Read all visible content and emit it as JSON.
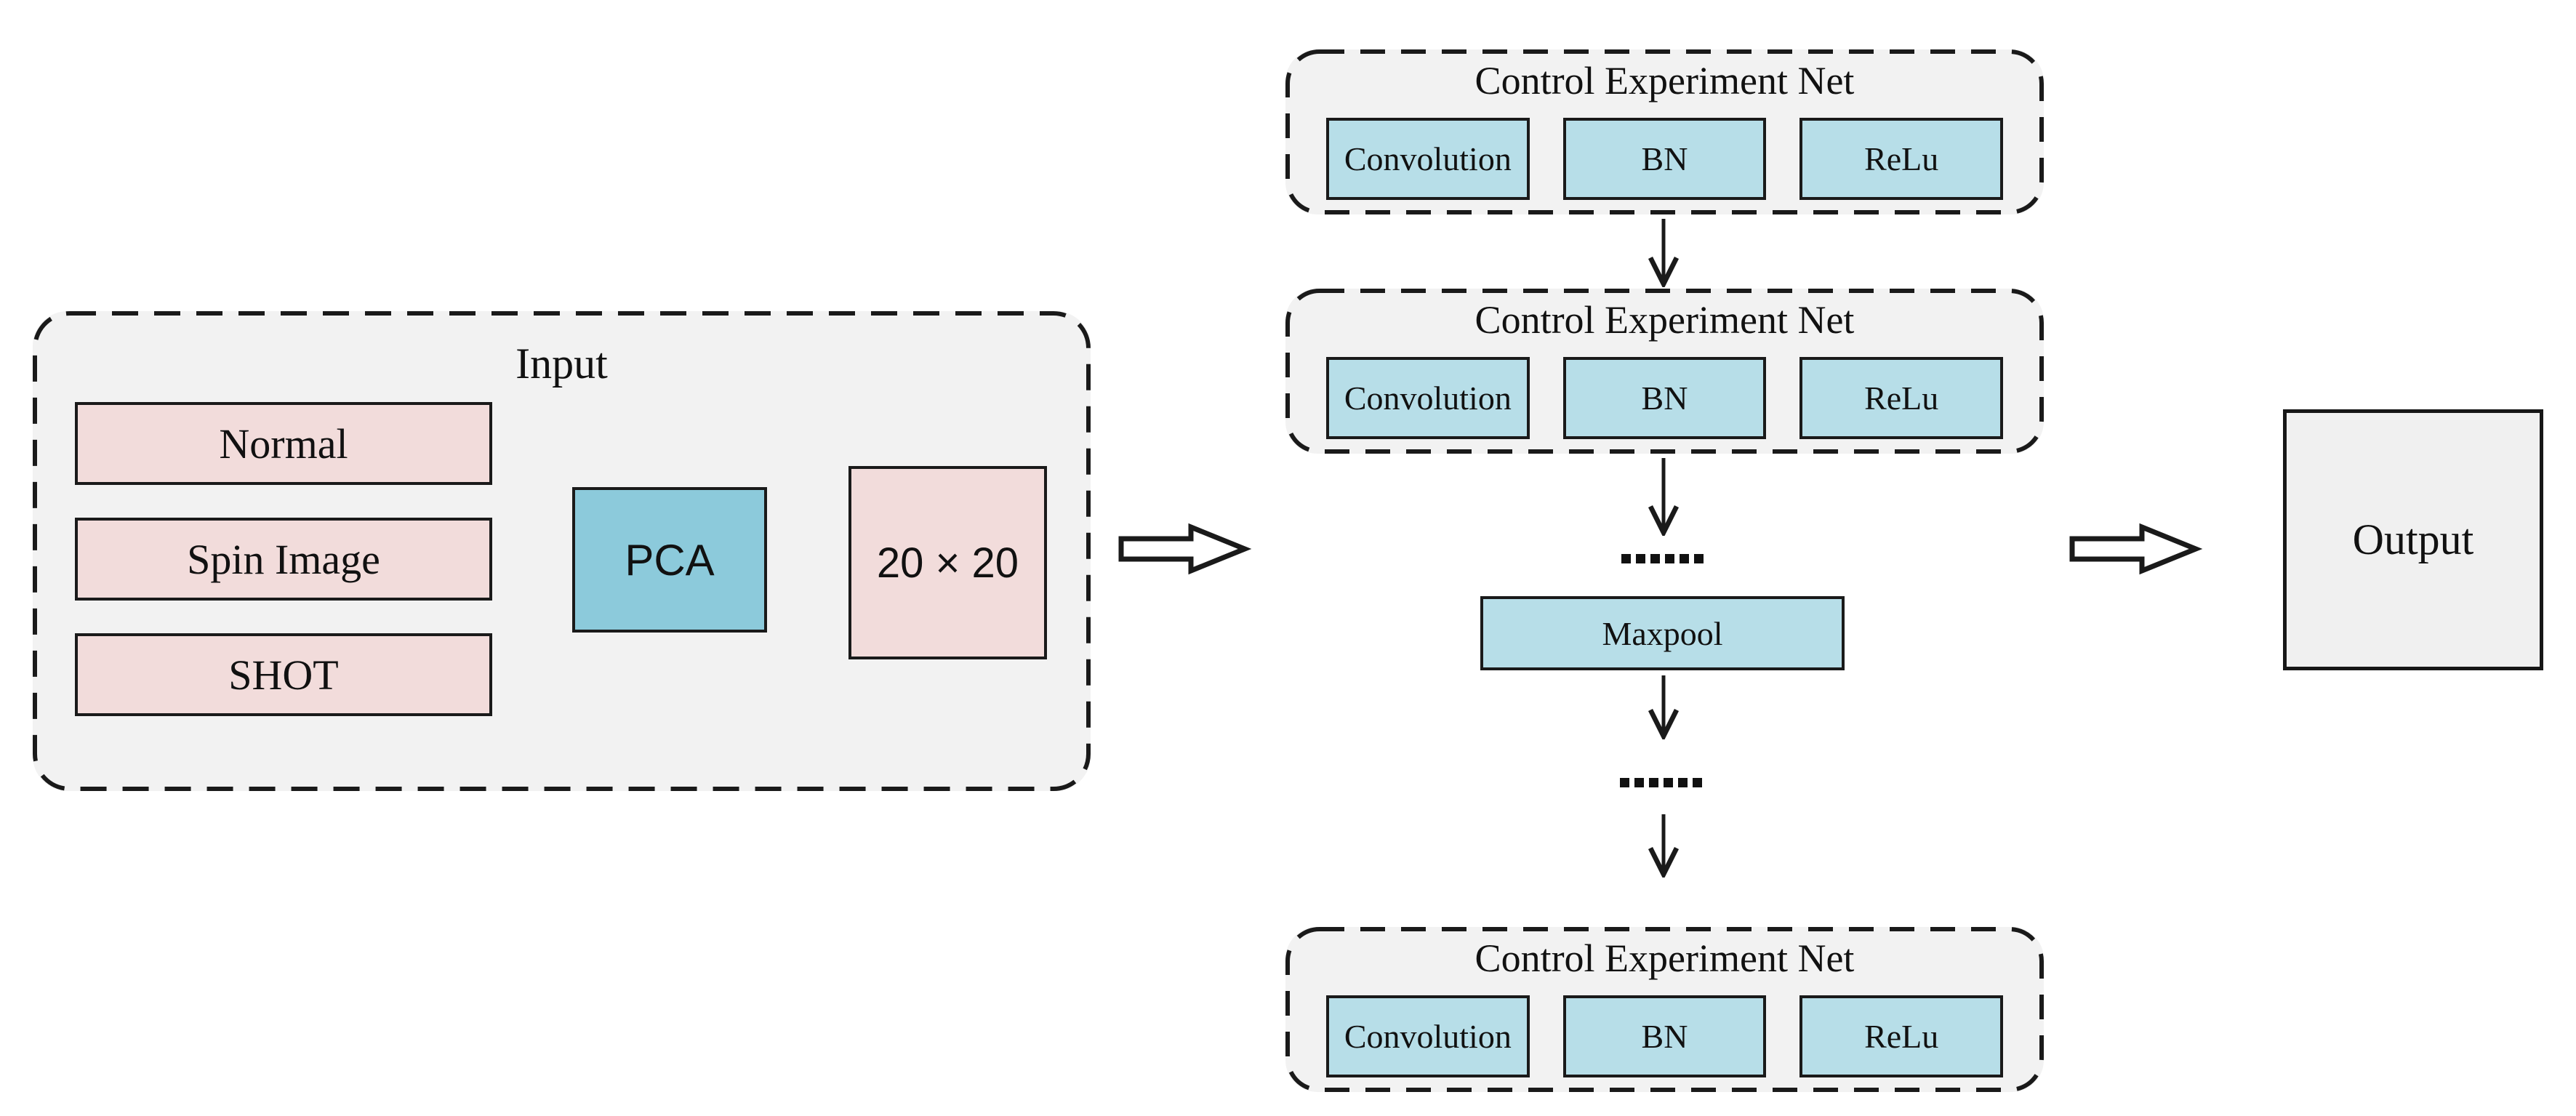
{
  "input_group": {
    "title": "Input",
    "feature_boxes": [
      "Normal",
      "Spin Image",
      "SHOT"
    ],
    "pca_label": "PCA",
    "size_label": "20 × 20"
  },
  "cen_blocks": [
    {
      "title": "Control Experiment Net",
      "boxes": [
        "Convolution",
        "BN",
        "ReLu"
      ]
    },
    {
      "title": "Control Experiment Net",
      "boxes": [
        "Convolution",
        "BN",
        "ReLu"
      ]
    },
    {
      "title": "Control Experiment Net",
      "boxes": [
        "Convolution",
        "BN",
        "ReLu"
      ]
    }
  ],
  "pipeline": {
    "maxpool_label": "Maxpool",
    "ellipsis_top": "......",
    "ellipsis_bottom": "......"
  },
  "output": {
    "label": "Output"
  },
  "colors": {
    "feature_pink": "#f2dcdb",
    "pca_teal": "#8ccadb",
    "layer_blue": "#b7dee8",
    "container_gray": "#f2f2f2",
    "output_gray": "#f0f0f0",
    "line_black": "#1a1a1a"
  }
}
